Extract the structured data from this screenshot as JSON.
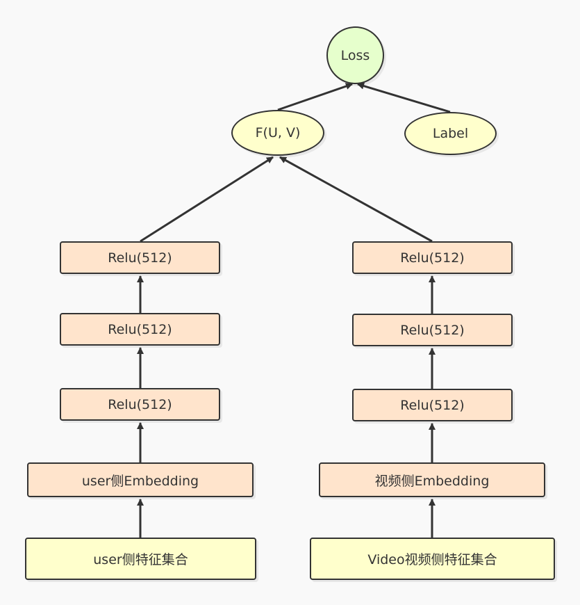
{
  "diagram": {
    "top": {
      "loss": "Loss",
      "fuv": "F(U, V)",
      "label": "Label"
    },
    "user_tower": {
      "relu_top": "Relu(512)",
      "relu_mid": "Relu(512)",
      "relu_bottom": "Relu(512)",
      "embedding": "user侧Embedding",
      "features": "user侧特征集合"
    },
    "video_tower": {
      "relu_top": "Relu(512)",
      "relu_mid": "Relu(512)",
      "relu_bottom": "Relu(512)",
      "embedding": "视频侧Embedding",
      "features": "Video视频侧特征集合"
    },
    "colors": {
      "layer_fill": "#ffe4cc",
      "feature_fill": "#ffffcc",
      "loss_fill": "#e6ffcc",
      "stroke": "#333333",
      "background": "#f9f9f9"
    }
  }
}
